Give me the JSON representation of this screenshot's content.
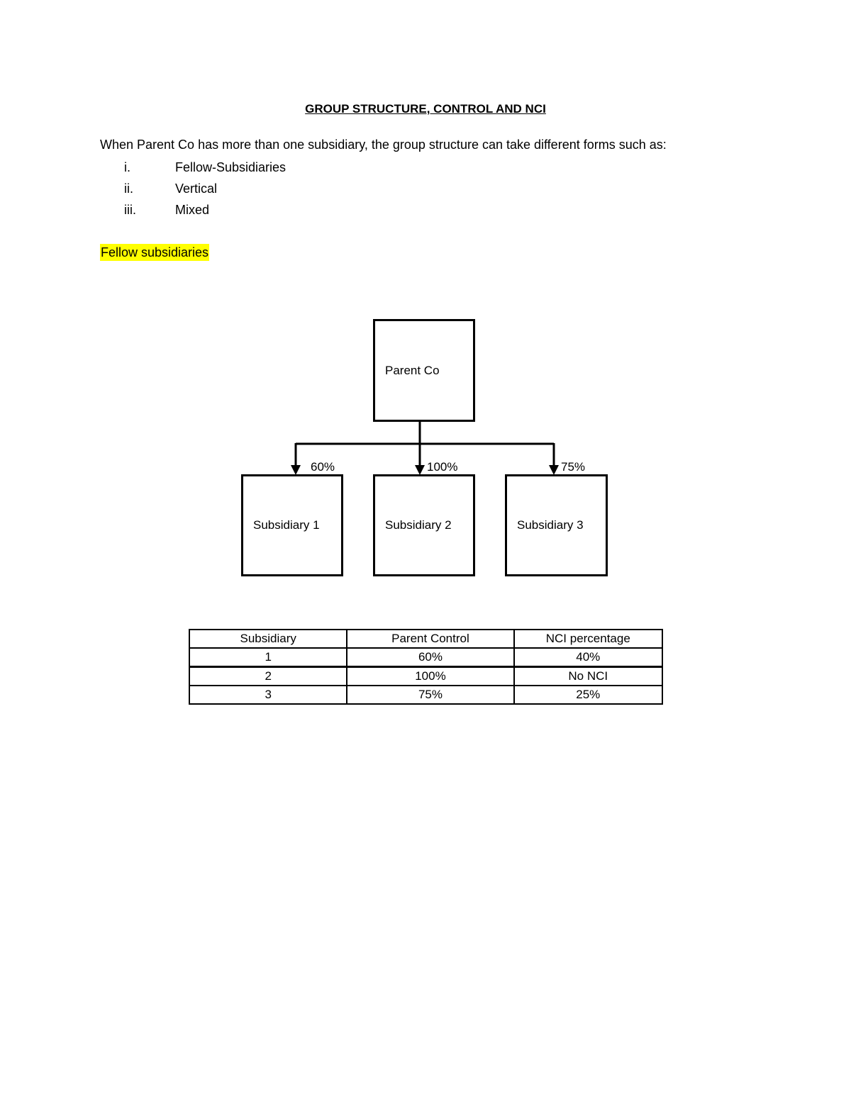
{
  "document": {
    "title": "GROUP STRUCTURE, CONTROL AND NCI",
    "intro": "When Parent Co has more than one subsidiary, the group structure can take different forms such as:",
    "list": [
      {
        "num": "i.",
        "label": "Fellow-Subsidiaries"
      },
      {
        "num": "ii.",
        "label": "Vertical"
      },
      {
        "num": "iii.",
        "label": "Mixed"
      }
    ],
    "section_heading": "Fellow subsidiaries",
    "highlight_color": "#ffff00"
  },
  "diagram": {
    "parent": "Parent Co",
    "children": [
      {
        "label": "Subsidiary 1",
        "pct": "60%"
      },
      {
        "label": "Subsidiary 2",
        "pct": "100%"
      },
      {
        "label": "Subsidiary 3",
        "pct": "75%"
      }
    ]
  },
  "table": {
    "headers": [
      "Subsidiary",
      "Parent Control",
      "NCI percentage"
    ],
    "rows": [
      [
        "1",
        "60%",
        "40%"
      ],
      [
        "2",
        "100%",
        "No NCI"
      ],
      [
        "3",
        "75%",
        "25%"
      ]
    ]
  }
}
